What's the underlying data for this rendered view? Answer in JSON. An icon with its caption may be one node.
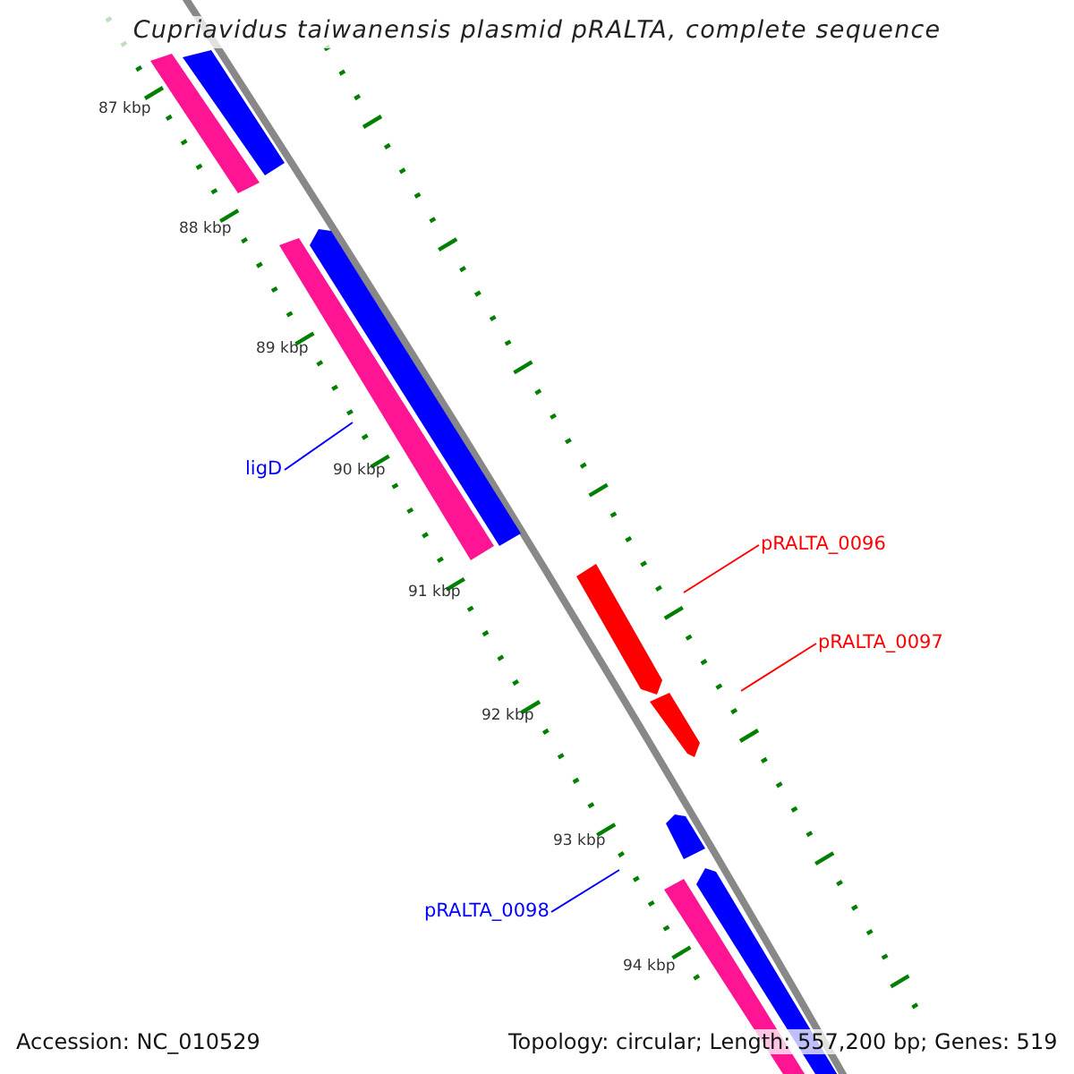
{
  "diagram": {
    "title": "Cupriavidus taiwanensis plasmid pRALTA, complete sequence",
    "nodes": [
      {
        "text": [
          "ligD"
        ]
      },
      {
        "text": [
          "pRALTA_0096"
        ]
      },
      {
        "text": [
          "pRALTA_0097"
        ]
      },
      {
        "text": [
          "pRALTA_0098"
        ]
      }
    ],
    "edges": [
      {
        "from": 0,
        "to": null,
        "arrow": "none",
        "color": "#0000ff"
      },
      {
        "from": 1,
        "to": null,
        "arrow": "none",
        "color": "#ff0000"
      },
      {
        "from": 2,
        "to": null,
        "arrow": "none",
        "color": "#ff0000"
      },
      {
        "from": 3,
        "to": null,
        "arrow": "none",
        "color": "#0000ff"
      }
    ],
    "labels": [
      "87 kbp",
      "88 kbp",
      "89 kbp",
      "90 kbp",
      "91 kbp",
      "92 kbp",
      "93 kbp",
      "94 kbp",
      "Accession: NC_010529",
      "Topology: circular; Length: 557,200 bp; Genes: 519"
    ]
  }
}
